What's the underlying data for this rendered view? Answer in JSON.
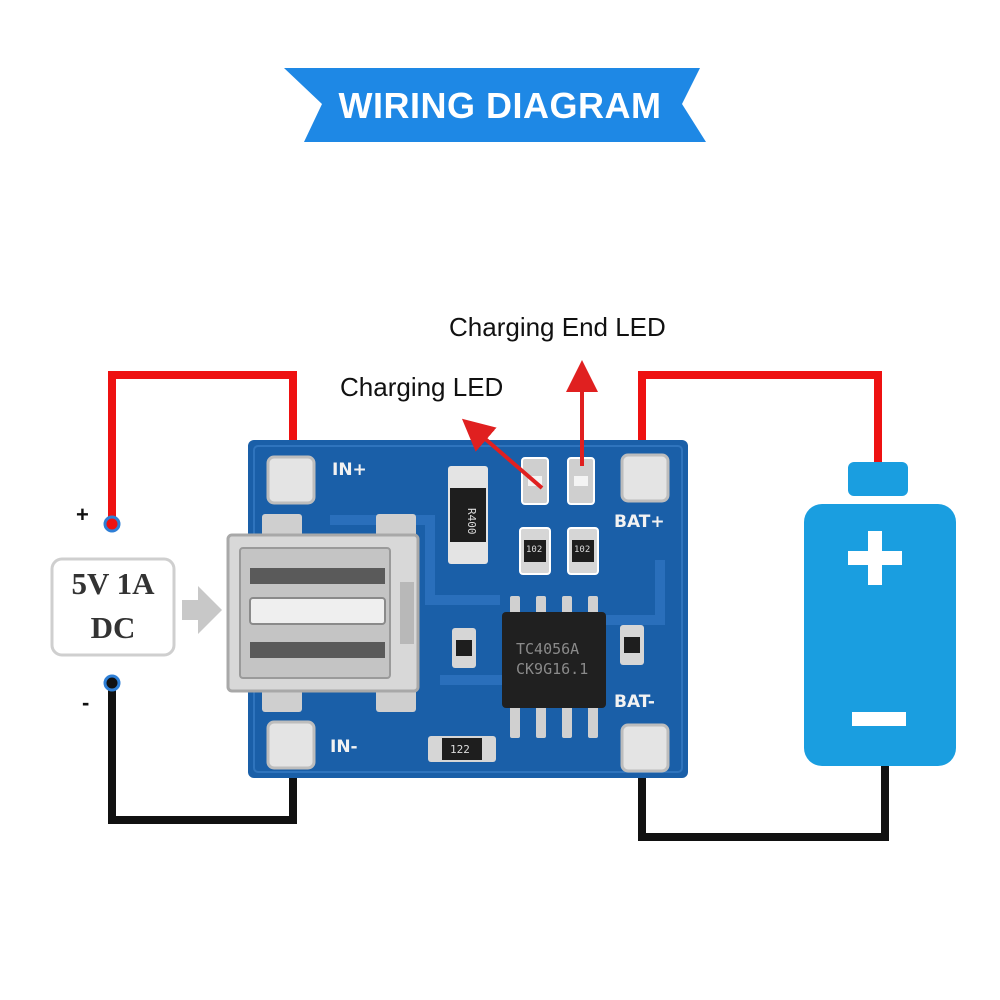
{
  "banner": {
    "title": "WIRING DIAGRAM",
    "color": "#1e88e5"
  },
  "labels": {
    "charging_led": "Charging LED",
    "charging_end_led": "Charging End LED",
    "in_plus": "IN+",
    "in_minus": "IN-",
    "bat_plus": "BAT+",
    "bat_minus": "BAT-",
    "plus_sign": "+",
    "minus_sign": "-"
  },
  "power_source": {
    "line1": "5V 1A",
    "line2": "DC"
  },
  "chip": {
    "line1": "TC4056A",
    "line2": "CK9G16.1"
  },
  "resistors": {
    "r1": "R400",
    "r2": "102",
    "r3": "102",
    "r4": "122"
  },
  "colors": {
    "positive_wire": "#ee1111",
    "negative_wire": "#111111",
    "pcb": "#1a5fa8",
    "battery": "#1a9ee0",
    "arrow": "#e02020"
  }
}
